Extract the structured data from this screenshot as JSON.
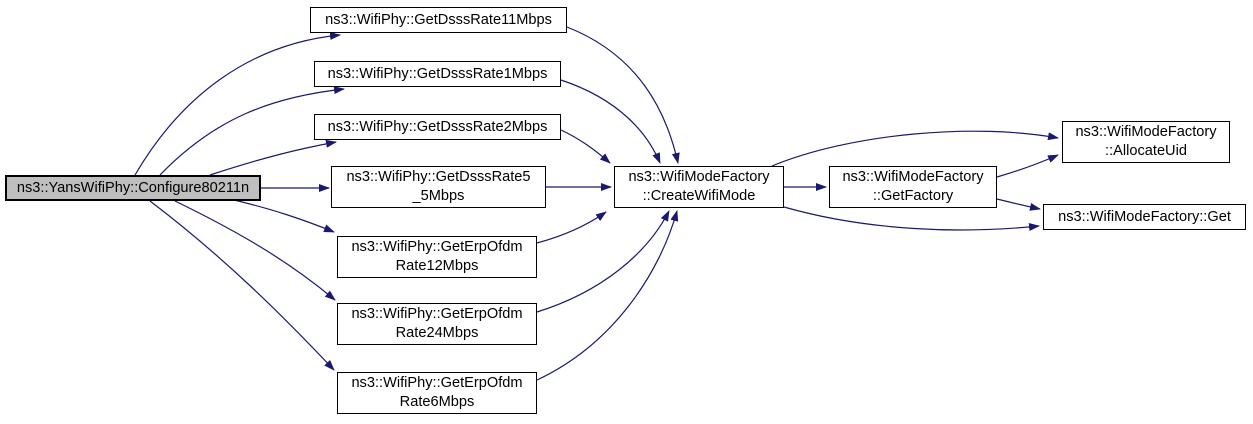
{
  "graph": {
    "title": "ns3::YansWifiPhy::Configure80211n call graph",
    "colors": {
      "edge": "#191970",
      "node_border": "#000000",
      "node_fill": "#ffffff",
      "highlight_fill": "#bfbfbf",
      "text": "#000000",
      "background": "#ffffff"
    },
    "nodes": {
      "configure80211n": {
        "lines": [
          "ns3::YansWifiPhy::Configure80211n"
        ],
        "highlighted": true
      },
      "getDsssRate11Mbps": {
        "lines": [
          "ns3::WifiPhy::GetDsssRate11Mbps"
        ]
      },
      "getDsssRate1Mbps": {
        "lines": [
          "ns3::WifiPhy::GetDsssRate1Mbps"
        ]
      },
      "getDsssRate2Mbps": {
        "lines": [
          "ns3::WifiPhy::GetDsssRate2Mbps"
        ]
      },
      "getDsssRate5_5Mbps": {
        "lines": [
          "ns3::WifiPhy::GetDsssRate5",
          "_5Mbps"
        ]
      },
      "getErpOfdmRate12Mbps": {
        "lines": [
          "ns3::WifiPhy::GetErpOfdm",
          "Rate12Mbps"
        ]
      },
      "getErpOfdmRate24Mbps": {
        "lines": [
          "ns3::WifiPhy::GetErpOfdm",
          "Rate24Mbps"
        ]
      },
      "getErpOfdmRate6Mbps": {
        "lines": [
          "ns3::WifiPhy::GetErpOfdm",
          "Rate6Mbps"
        ]
      },
      "createWifiMode": {
        "lines": [
          "ns3::WifiModeFactory",
          "::CreateWifiMode"
        ]
      },
      "getFactory": {
        "lines": [
          "ns3::WifiModeFactory",
          "::GetFactory"
        ]
      },
      "allocateUid": {
        "lines": [
          "ns3::WifiModeFactory",
          "::AllocateUid"
        ]
      },
      "get": {
        "lines": [
          "ns3::WifiModeFactory::Get"
        ]
      }
    },
    "edges": [
      {
        "from": "configure80211n",
        "to": "getDsssRate11Mbps"
      },
      {
        "from": "configure80211n",
        "to": "getDsssRate1Mbps"
      },
      {
        "from": "configure80211n",
        "to": "getDsssRate2Mbps"
      },
      {
        "from": "configure80211n",
        "to": "getDsssRate5_5Mbps"
      },
      {
        "from": "configure80211n",
        "to": "getErpOfdmRate12Mbps"
      },
      {
        "from": "configure80211n",
        "to": "getErpOfdmRate24Mbps"
      },
      {
        "from": "configure80211n",
        "to": "getErpOfdmRate6Mbps"
      },
      {
        "from": "getDsssRate11Mbps",
        "to": "createWifiMode"
      },
      {
        "from": "getDsssRate1Mbps",
        "to": "createWifiMode"
      },
      {
        "from": "getDsssRate2Mbps",
        "to": "createWifiMode"
      },
      {
        "from": "getDsssRate5_5Mbps",
        "to": "createWifiMode"
      },
      {
        "from": "getErpOfdmRate12Mbps",
        "to": "createWifiMode"
      },
      {
        "from": "getErpOfdmRate24Mbps",
        "to": "createWifiMode"
      },
      {
        "from": "getErpOfdmRate6Mbps",
        "to": "createWifiMode"
      },
      {
        "from": "createWifiMode",
        "to": "getFactory"
      },
      {
        "from": "createWifiMode",
        "to": "allocateUid"
      },
      {
        "from": "createWifiMode",
        "to": "get"
      },
      {
        "from": "getFactory",
        "to": "allocateUid"
      },
      {
        "from": "getFactory",
        "to": "get"
      }
    ]
  }
}
